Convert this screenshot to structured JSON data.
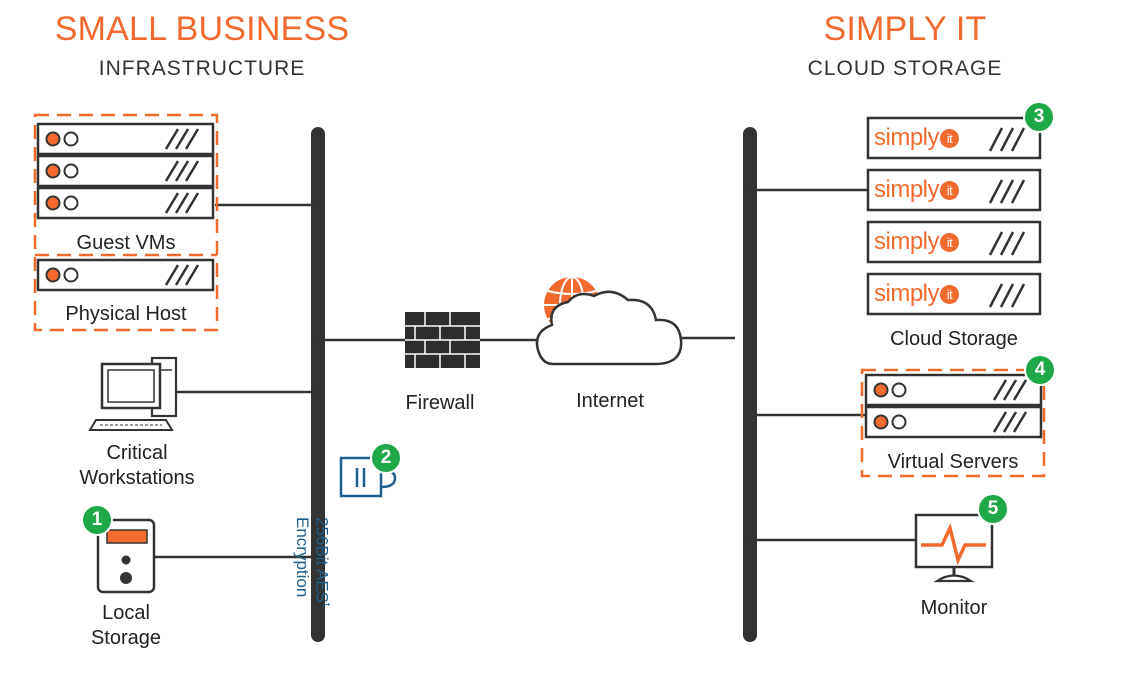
{
  "left_heading": {
    "title": "SMALL BUSINESS",
    "subtitle": "INFRASTRUCTURE"
  },
  "right_heading": {
    "title": "SIMPLY IT",
    "subtitle": "CLOUD STORAGE"
  },
  "labels": {
    "guest_vms": "Guest VMs",
    "physical_host": "Physical Host",
    "critical_workstations_line1": "Critical",
    "critical_workstations_line2": "Workstations",
    "local_storage_line1": "Local",
    "local_storage_line2": "Storage",
    "firewall": "Firewall",
    "internet": "Internet",
    "cloud_storage": "Cloud Storage",
    "virtual_servers": "Virtual Servers",
    "monitor": "Monitor",
    "encryption_line1": "256Bit AES",
    "encryption_superscript": "t",
    "encryption_line2": "Encryption"
  },
  "brand": {
    "logo_text": "simply",
    "logo_mark": "it"
  },
  "badges": [
    "1",
    "2",
    "3",
    "4",
    "5"
  ],
  "colors": {
    "accent_orange": "#f26a2e",
    "badge_green": "#1fa84a",
    "line_dark": "#333333",
    "encryption_blue": "#1f5f8b"
  },
  "icons": [
    "server-rack-icon",
    "workstation-icon",
    "local-storage-icon",
    "firewall-icon",
    "globe-icon",
    "cloud-icon",
    "encryption-lock-icon",
    "monitor-icon"
  ]
}
